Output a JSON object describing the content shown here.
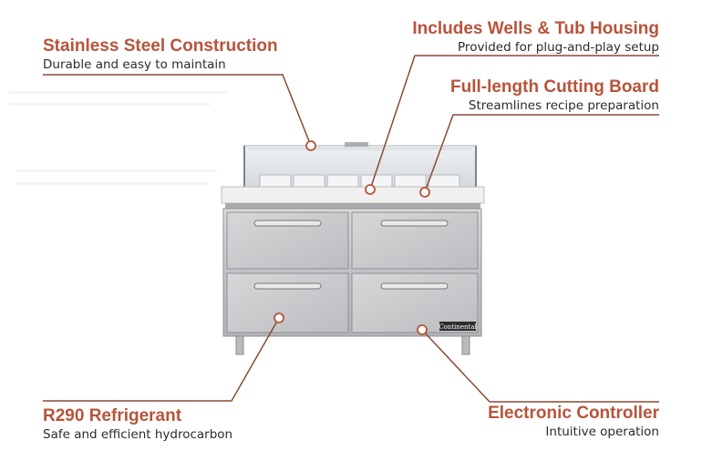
{
  "callouts": {
    "stainless": {
      "title": "Stainless Steel Construction",
      "subtitle": "Durable and easy to maintain"
    },
    "wells": {
      "title": "Includes Wells & Tub Housing",
      "subtitle": "Provided for plug-and-play setup"
    },
    "board": {
      "title": "Full-length Cutting Board",
      "subtitle": "Streamlines recipe preparation"
    },
    "r290": {
      "title": "R290 Refrigerant",
      "subtitle": "Safe and efficient hydrocarbon"
    },
    "controller": {
      "title": "Electronic Controller",
      "subtitle": "Intuitive operation"
    }
  },
  "product": {
    "brand_label": "Continental"
  },
  "colors": {
    "accent": "#b8533a",
    "line": "#8a4a36",
    "marker_fill": "#ffffff",
    "steel": "#c9cacc"
  }
}
